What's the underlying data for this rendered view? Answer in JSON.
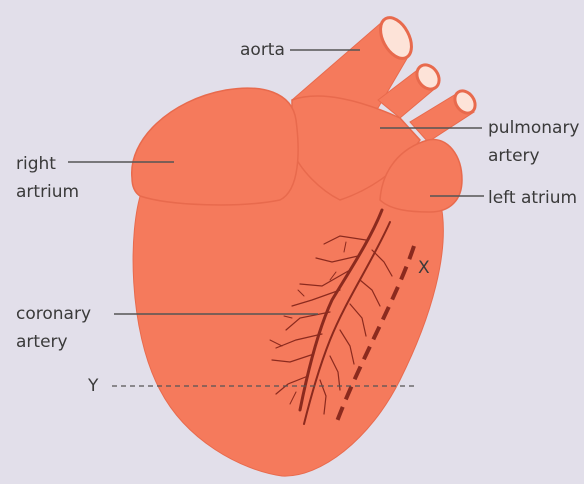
{
  "labels": {
    "aorta": "aorta",
    "pulmonary_artery_line1": "pulmonary",
    "pulmonary_artery_line2": "artery",
    "right_atrium_line1": "right",
    "right_atrium_line2": "artrium",
    "left_atrium": "left atrium",
    "coronary_artery_line1": "coronary",
    "coronary_artery_line2": "artery",
    "marker_x": "X",
    "marker_y": "Y"
  },
  "colors": {
    "background": "#e2dfea",
    "heart_fill": "#f57a5c",
    "heart_outline": "#e86a4d",
    "vessel_lumen": "#fde3d8",
    "coronary_vessels": "#8b2a1e",
    "dashed_cut_x": "#8b2a1e",
    "leader_lines": "#555555"
  }
}
